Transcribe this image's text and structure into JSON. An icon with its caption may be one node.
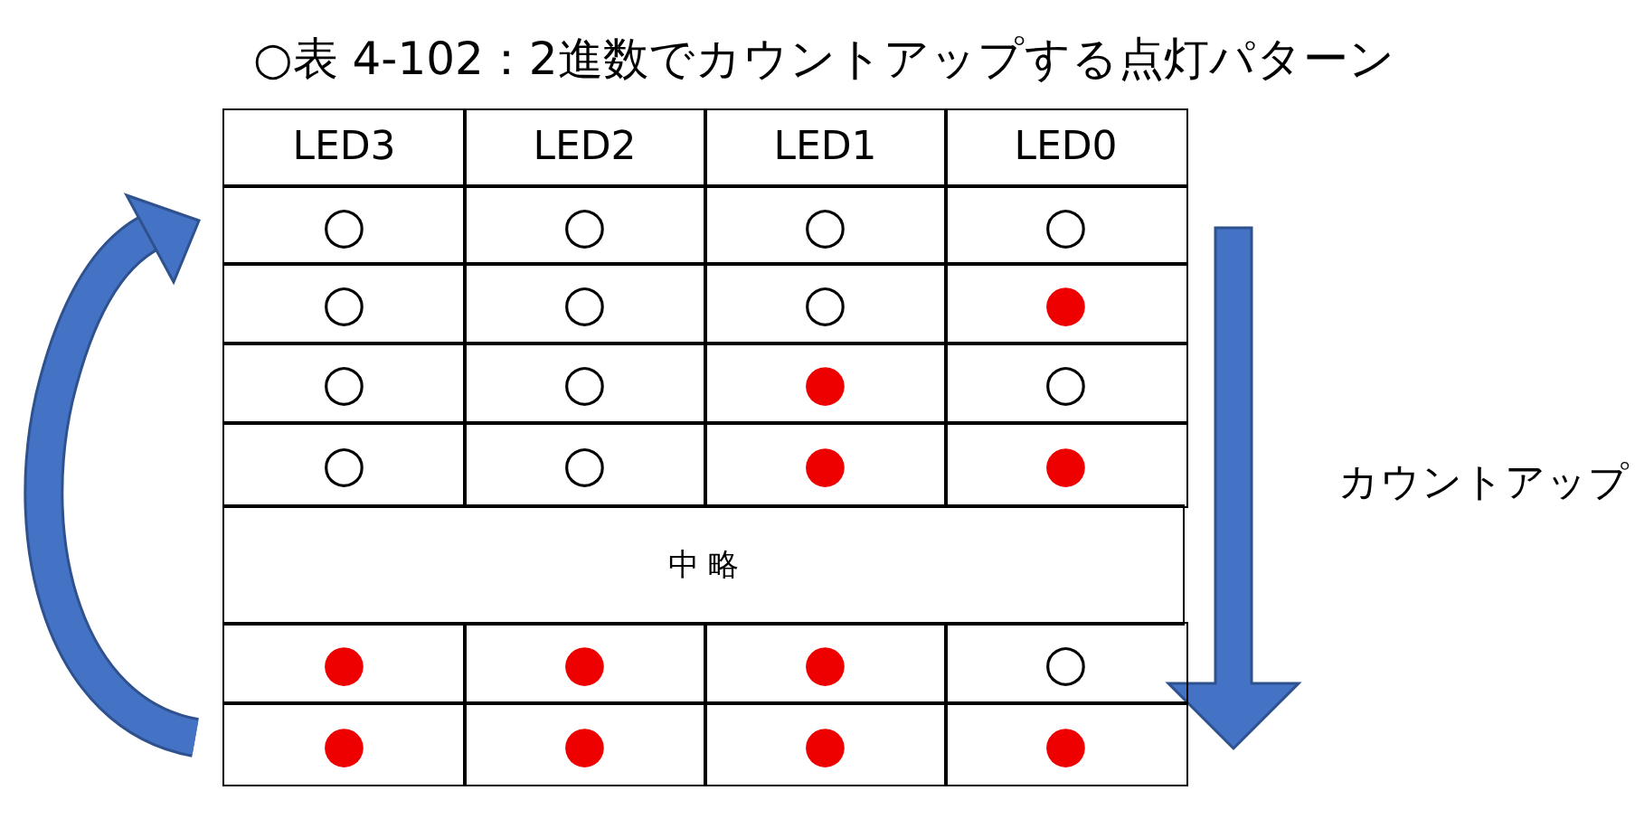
{
  "diagram": {
    "title": "○表 4-102：2進数でカウントアップする点灯パターン",
    "labels": [
      "LED3",
      "LED2",
      "LED1",
      "LED0",
      "○",
      "○",
      "○",
      "○",
      "○",
      "○",
      "○",
      "●",
      "○",
      "○",
      "●",
      "○",
      "○",
      "○",
      "●",
      "●",
      "中 略",
      "●",
      "●",
      "●",
      "○",
      "●",
      "●",
      "●",
      "●",
      "カウントアップ"
    ]
  }
}
